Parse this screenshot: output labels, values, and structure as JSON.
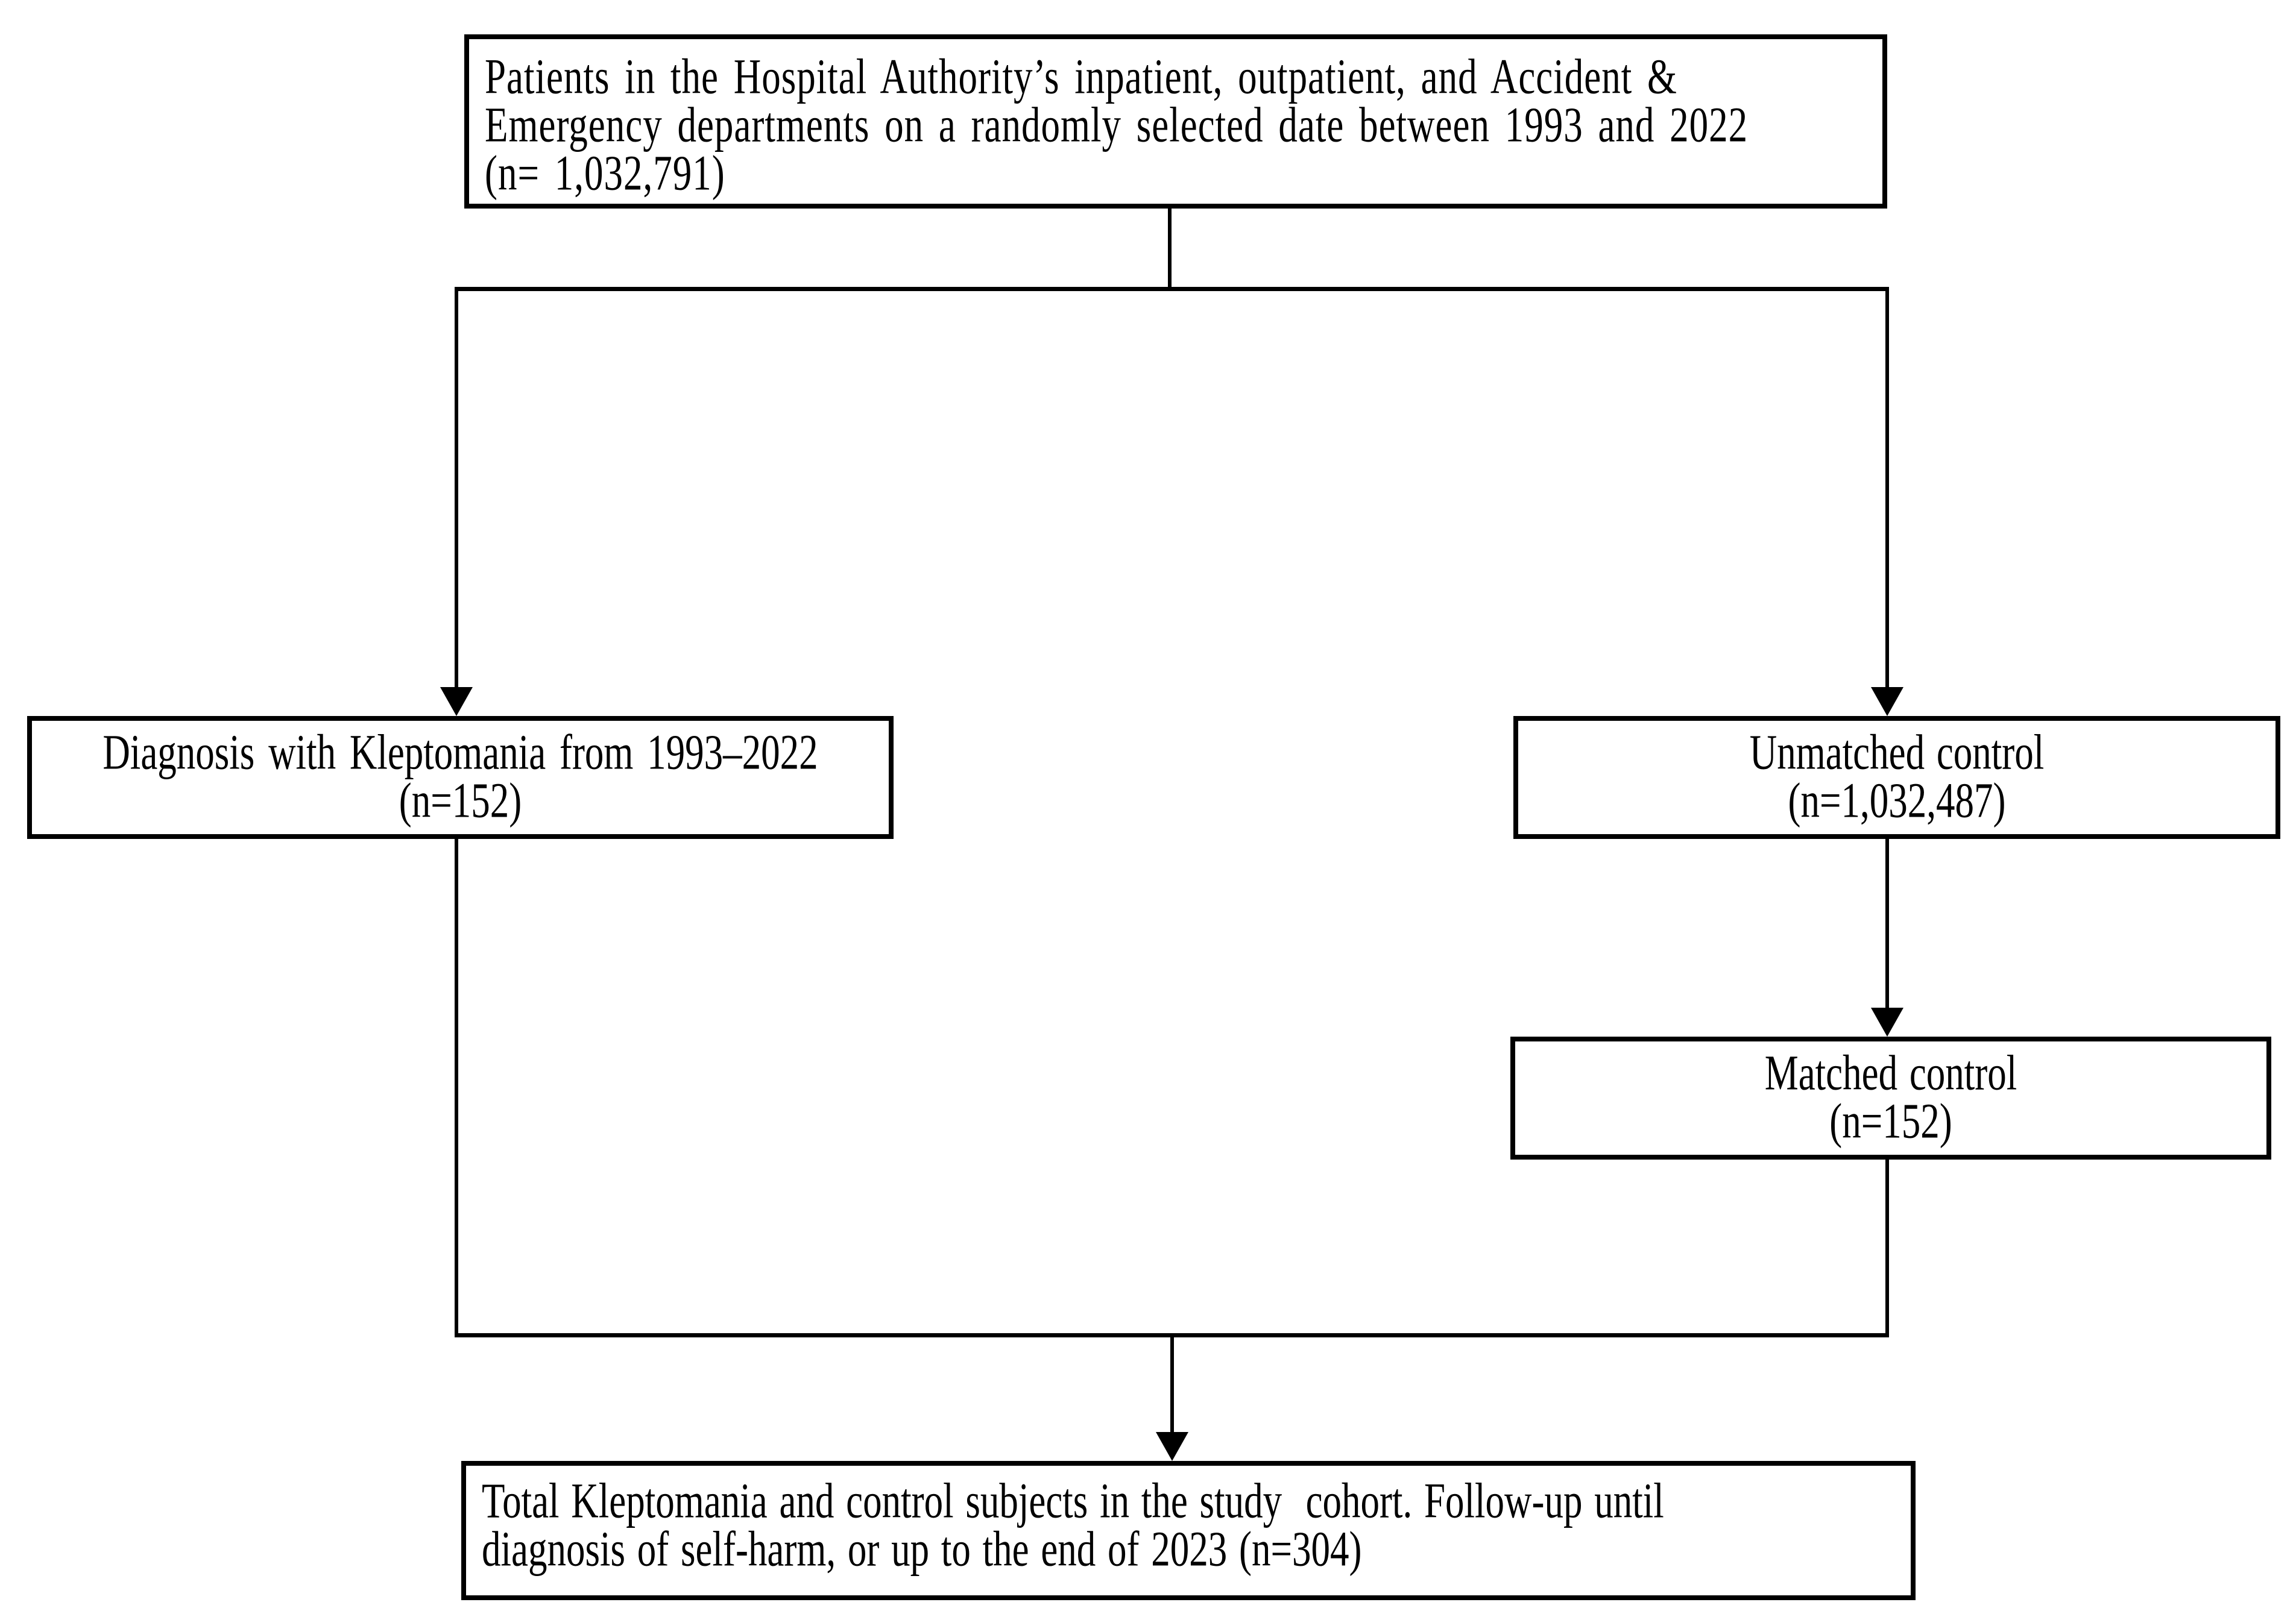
{
  "figure": {
    "type": "flowchart",
    "background_color": "#ffffff",
    "line_color": "#000000",
    "text_color": "#000000"
  },
  "nodes": {
    "source_population": {
      "lines": [
        "Patients in the Hospital Authority’s inpatient, outpatient, and Accident &",
        "Emergency departments on a randomly selected date between 1993 and 2022",
        "(n= 1,032,791)"
      ]
    },
    "kleptomania_diagnosis": {
      "lines": [
        "Diagnosis with Kleptomania from 1993–2022",
        "(n=152)"
      ]
    },
    "unmatched_control": {
      "lines": [
        "Unmatched control",
        "(n=1,032,487)"
      ]
    },
    "matched_control": {
      "lines": [
        "Matched control",
        "(n=152)"
      ]
    },
    "total_cohort": {
      "lines": [
        "Total Kleptomania and control subjects in the study  cohort. Follow-up until",
        "diagnosis of self-harm, or up to the end of 2023 (n=304)"
      ]
    }
  }
}
